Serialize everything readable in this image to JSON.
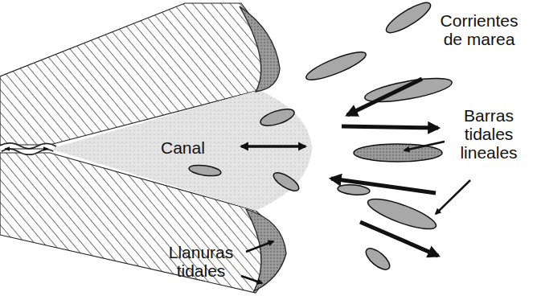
{
  "diagram": {
    "labels": [
      "Corrientes de marea",
      "Canal",
      "Barras tidales lineales",
      "Llanuras tidales"
    ]
  }
}
